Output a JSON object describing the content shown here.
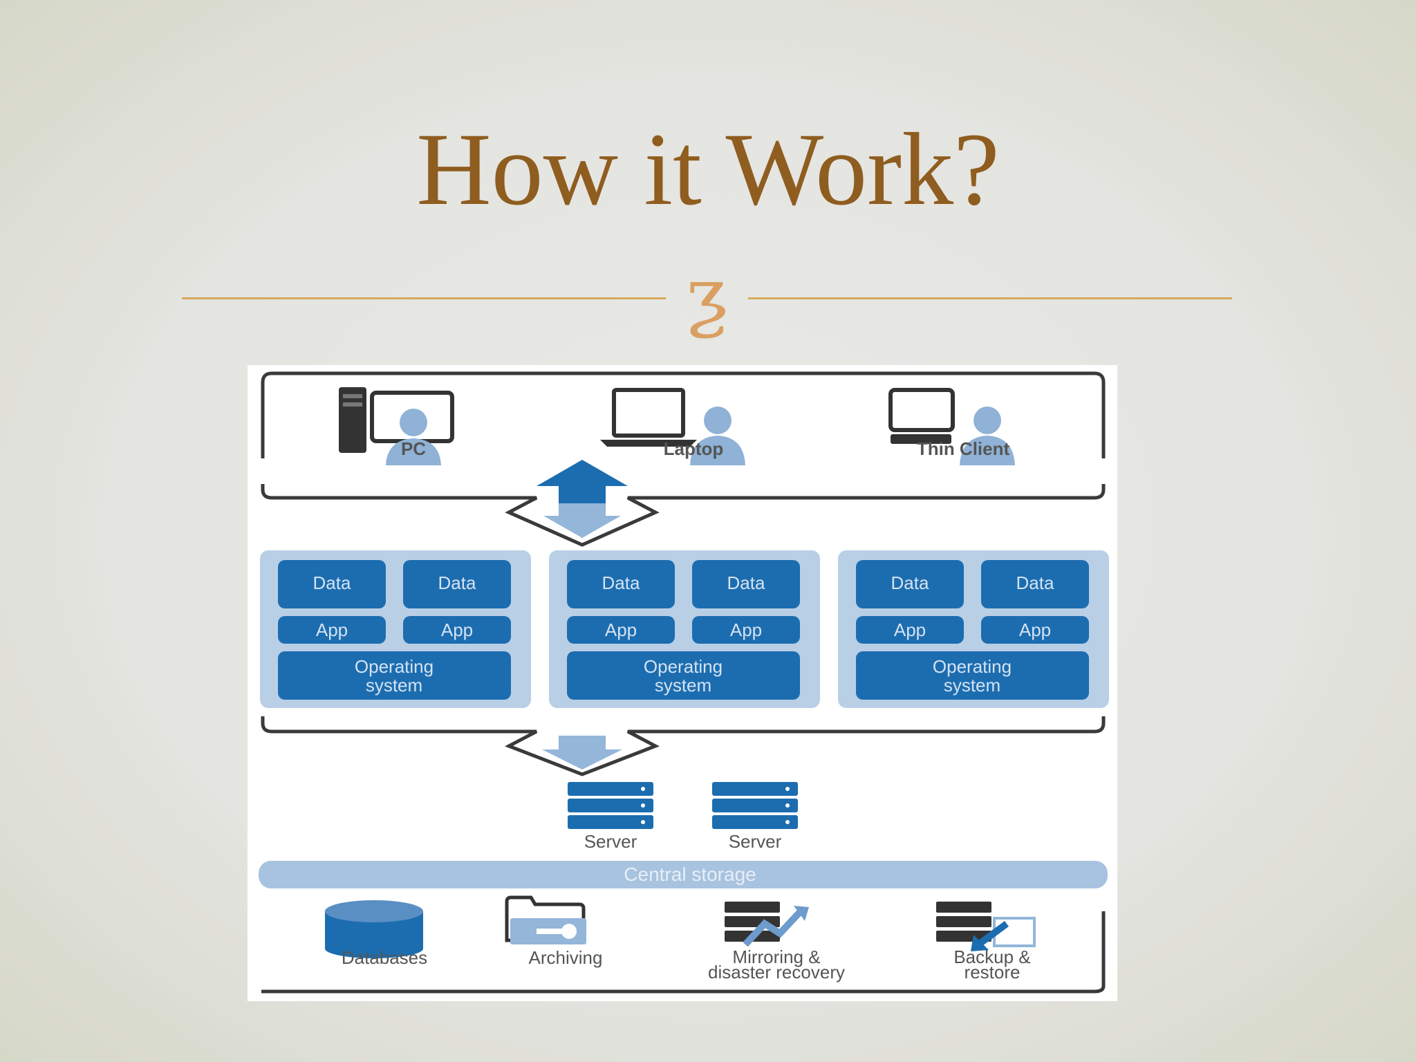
{
  "slide": {
    "title": "How it Work?",
    "ornament_glyph": "ƺ"
  },
  "colors": {
    "title": "#8f5d1f",
    "divider": "#d9a85c",
    "box_dark": "#1c6db0",
    "box_light": "#93b6d9",
    "panel_bg": "#b9cfe6",
    "outline": "#3a3a3a",
    "gray_text": "#555555"
  },
  "diagram": {
    "clients": [
      {
        "label": "PC",
        "icon": "pc-user-icon"
      },
      {
        "label": "Laptop",
        "icon": "laptop-user-icon"
      },
      {
        "label": "Thin Client",
        "icon": "thin-client-user-icon"
      }
    ],
    "vm_stacks": [
      {
        "data": [
          "Data",
          "Data"
        ],
        "apps": [
          "App",
          "App"
        ],
        "os": [
          "Operating",
          "system"
        ]
      },
      {
        "data": [
          "Data",
          "Data"
        ],
        "apps": [
          "App",
          "App"
        ],
        "os": [
          "Operating",
          "system"
        ]
      },
      {
        "data": [
          "Data",
          "Data"
        ],
        "apps": [
          "App",
          "App"
        ],
        "os": [
          "Operating",
          "system"
        ]
      }
    ],
    "servers": [
      "Server",
      "Server"
    ],
    "central_storage": "Central storage",
    "storage_services": [
      {
        "lines": [
          "Databases"
        ],
        "icon": "database-icon"
      },
      {
        "lines": [
          "Archiving"
        ],
        "icon": "archive-folder-icon"
      },
      {
        "lines": [
          "Mirroring &",
          "disaster recovery"
        ],
        "icon": "mirroring-icon"
      },
      {
        "lines": [
          "Backup &",
          "restore"
        ],
        "icon": "backup-icon"
      }
    ]
  }
}
